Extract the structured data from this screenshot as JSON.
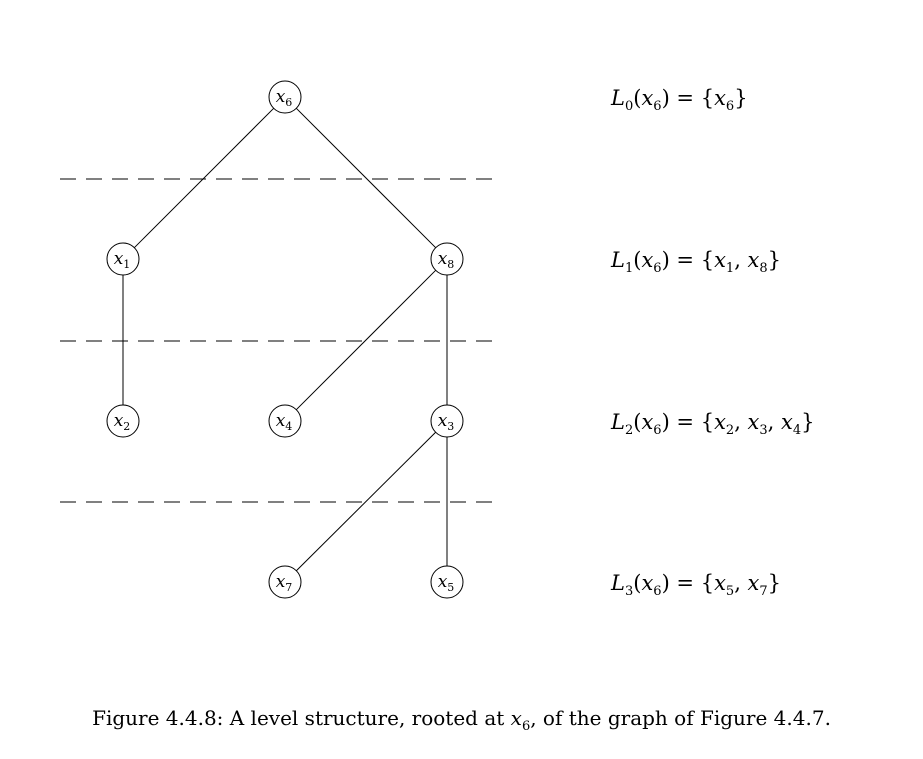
{
  "nodes": [
    {
      "id": "x6",
      "base": "x",
      "sub": "6"
    },
    {
      "id": "x1",
      "base": "x",
      "sub": "1"
    },
    {
      "id": "x8",
      "base": "x",
      "sub": "8"
    },
    {
      "id": "x2",
      "base": "x",
      "sub": "2"
    },
    {
      "id": "x4",
      "base": "x",
      "sub": "4"
    },
    {
      "id": "x3",
      "base": "x",
      "sub": "3"
    },
    {
      "id": "x7",
      "base": "x",
      "sub": "7"
    },
    {
      "id": "x5",
      "base": "x",
      "sub": "5"
    }
  ],
  "edges": [
    [
      "x6",
      "x1"
    ],
    [
      "x6",
      "x8"
    ],
    [
      "x1",
      "x2"
    ],
    [
      "x8",
      "x4"
    ],
    [
      "x8",
      "x3"
    ],
    [
      "x3",
      "x7"
    ],
    [
      "x3",
      "x5"
    ]
  ],
  "levels": [
    {
      "name": "L",
      "index": "0",
      "root": "x",
      "root_sub": "6",
      "members": [
        {
          "base": "x",
          "sub": "6"
        }
      ]
    },
    {
      "name": "L",
      "index": "1",
      "root": "x",
      "root_sub": "6",
      "members": [
        {
          "base": "x",
          "sub": "1"
        },
        {
          "base": "x",
          "sub": "8"
        }
      ]
    },
    {
      "name": "L",
      "index": "2",
      "root": "x",
      "root_sub": "6",
      "members": [
        {
          "base": "x",
          "sub": "2"
        },
        {
          "base": "x",
          "sub": "3"
        },
        {
          "base": "x",
          "sub": "4"
        }
      ]
    },
    {
      "name": "L",
      "index": "3",
      "root": "x",
      "root_sub": "6",
      "members": [
        {
          "base": "x",
          "sub": "5"
        },
        {
          "base": "x",
          "sub": "7"
        }
      ]
    }
  ],
  "caption": {
    "prefix": "Figure 4.4.8: A level structure, rooted at ",
    "var": "x",
    "var_sub": "6",
    "suffix": ", of the graph of Figure 4.4.7."
  }
}
